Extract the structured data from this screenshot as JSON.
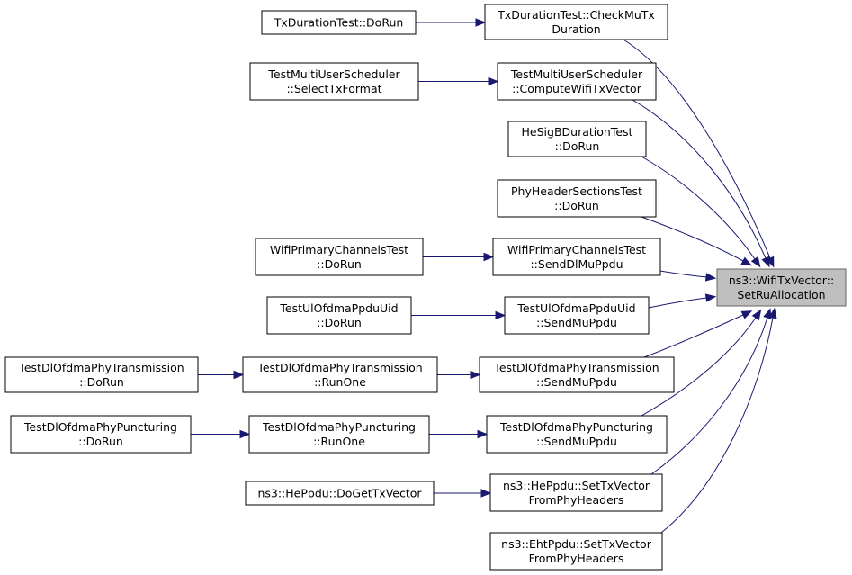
{
  "graph": {
    "type": "caller-graph",
    "colors": {
      "edge": "#191970",
      "target_fill": "#bfbfbf",
      "node_border": "#000000"
    },
    "nodes": [
      {
        "id": "target",
        "lines": [
          "ns3::WifiTxVector::",
          "SetRuAllocation"
        ]
      },
      {
        "id": "check_mu_tx",
        "lines": [
          "TxDurationTest::CheckMuTx",
          "Duration"
        ]
      },
      {
        "id": "txdur_dorun",
        "lines": [
          "TxDurationTest::DoRun"
        ]
      },
      {
        "id": "compute_wifi_tx",
        "lines": [
          "TestMultiUserScheduler",
          "::ComputeWifiTxVector"
        ]
      },
      {
        "id": "select_tx_format",
        "lines": [
          "TestMultiUserScheduler",
          "::SelectTxFormat"
        ]
      },
      {
        "id": "hesigb_dorun",
        "lines": [
          "HeSigBDurationTest",
          "::DoRun"
        ]
      },
      {
        "id": "phyheader_dorun",
        "lines": [
          "PhyHeaderSectionsTest",
          "::DoRun"
        ]
      },
      {
        "id": "primary_senddl",
        "lines": [
          "WifiPrimaryChannelsTest",
          "::SendDlMuPpdu"
        ]
      },
      {
        "id": "primary_dorun",
        "lines": [
          "WifiPrimaryChannelsTest",
          "::DoRun"
        ]
      },
      {
        "id": "ulofdma_sendmu",
        "lines": [
          "TestUlOfdmaPpduUid",
          "::SendMuPpdu"
        ]
      },
      {
        "id": "ulofdma_dorun",
        "lines": [
          "TestUlOfdmaPpduUid",
          "::DoRun"
        ]
      },
      {
        "id": "dltrans_sendmu",
        "lines": [
          "TestDlOfdmaPhyTransmission",
          "::SendMuPpdu"
        ]
      },
      {
        "id": "dltrans_runone",
        "lines": [
          "TestDlOfdmaPhyTransmission",
          "::RunOne"
        ]
      },
      {
        "id": "dltrans_dorun",
        "lines": [
          "TestDlOfdmaPhyTransmission",
          "::DoRun"
        ]
      },
      {
        "id": "dlpunct_sendmu",
        "lines": [
          "TestDlOfdmaPhyPuncturing",
          "::SendMuPpdu"
        ]
      },
      {
        "id": "dlpunct_runone",
        "lines": [
          "TestDlOfdmaPhyPuncturing",
          "::RunOne"
        ]
      },
      {
        "id": "dlpunct_dorun",
        "lines": [
          "TestDlOfdmaPhyPuncturing",
          "::DoRun"
        ]
      },
      {
        "id": "heppdu_settx",
        "lines": [
          "ns3::HePpdu::SetTxVector",
          "FromPhyHeaders"
        ]
      },
      {
        "id": "heppdu_doget",
        "lines": [
          "ns3::HePpdu::DoGetTxVector"
        ]
      },
      {
        "id": "ehtppdu_settx",
        "lines": [
          "ns3::EhtPpdu::SetTxVector",
          "FromPhyHeaders"
        ]
      }
    ],
    "edges": [
      {
        "from": "check_mu_tx",
        "to": "target"
      },
      {
        "from": "compute_wifi_tx",
        "to": "target"
      },
      {
        "from": "hesigb_dorun",
        "to": "target"
      },
      {
        "from": "phyheader_dorun",
        "to": "target"
      },
      {
        "from": "primary_senddl",
        "to": "target"
      },
      {
        "from": "ulofdma_sendmu",
        "to": "target"
      },
      {
        "from": "dltrans_sendmu",
        "to": "target"
      },
      {
        "from": "dlpunct_sendmu",
        "to": "target"
      },
      {
        "from": "heppdu_settx",
        "to": "target"
      },
      {
        "from": "ehtppdu_settx",
        "to": "target"
      },
      {
        "from": "txdur_dorun",
        "to": "check_mu_tx"
      },
      {
        "from": "select_tx_format",
        "to": "compute_wifi_tx"
      },
      {
        "from": "primary_dorun",
        "to": "primary_senddl"
      },
      {
        "from": "ulofdma_dorun",
        "to": "ulofdma_sendmu"
      },
      {
        "from": "dltrans_runone",
        "to": "dltrans_sendmu"
      },
      {
        "from": "dltrans_dorun",
        "to": "dltrans_runone"
      },
      {
        "from": "dlpunct_runone",
        "to": "dlpunct_sendmu"
      },
      {
        "from": "dlpunct_dorun",
        "to": "dlpunct_runone"
      },
      {
        "from": "heppdu_doget",
        "to": "heppdu_settx"
      }
    ]
  }
}
